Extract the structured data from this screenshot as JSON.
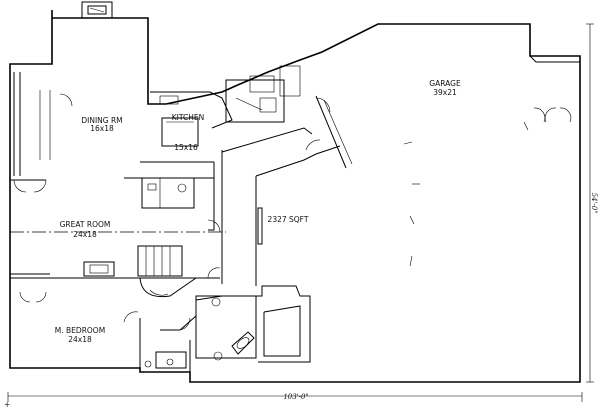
{
  "rooms": {
    "dining": {
      "name": "DINING RM",
      "size": "16x18"
    },
    "kitchen": {
      "name": "KITCHEN",
      "size": "15x16"
    },
    "garage": {
      "name": "GARAGE",
      "size": "39x21"
    },
    "great_room": {
      "name": "GREAT ROOM",
      "size": "24x18"
    },
    "bedroom": {
      "name": "M. BEDROOM",
      "size": "24x18"
    }
  },
  "area_label": "2327 SQFT",
  "dimensions": {
    "overall_width": "103'-0\"",
    "overall_depth": "54'-0\""
  }
}
